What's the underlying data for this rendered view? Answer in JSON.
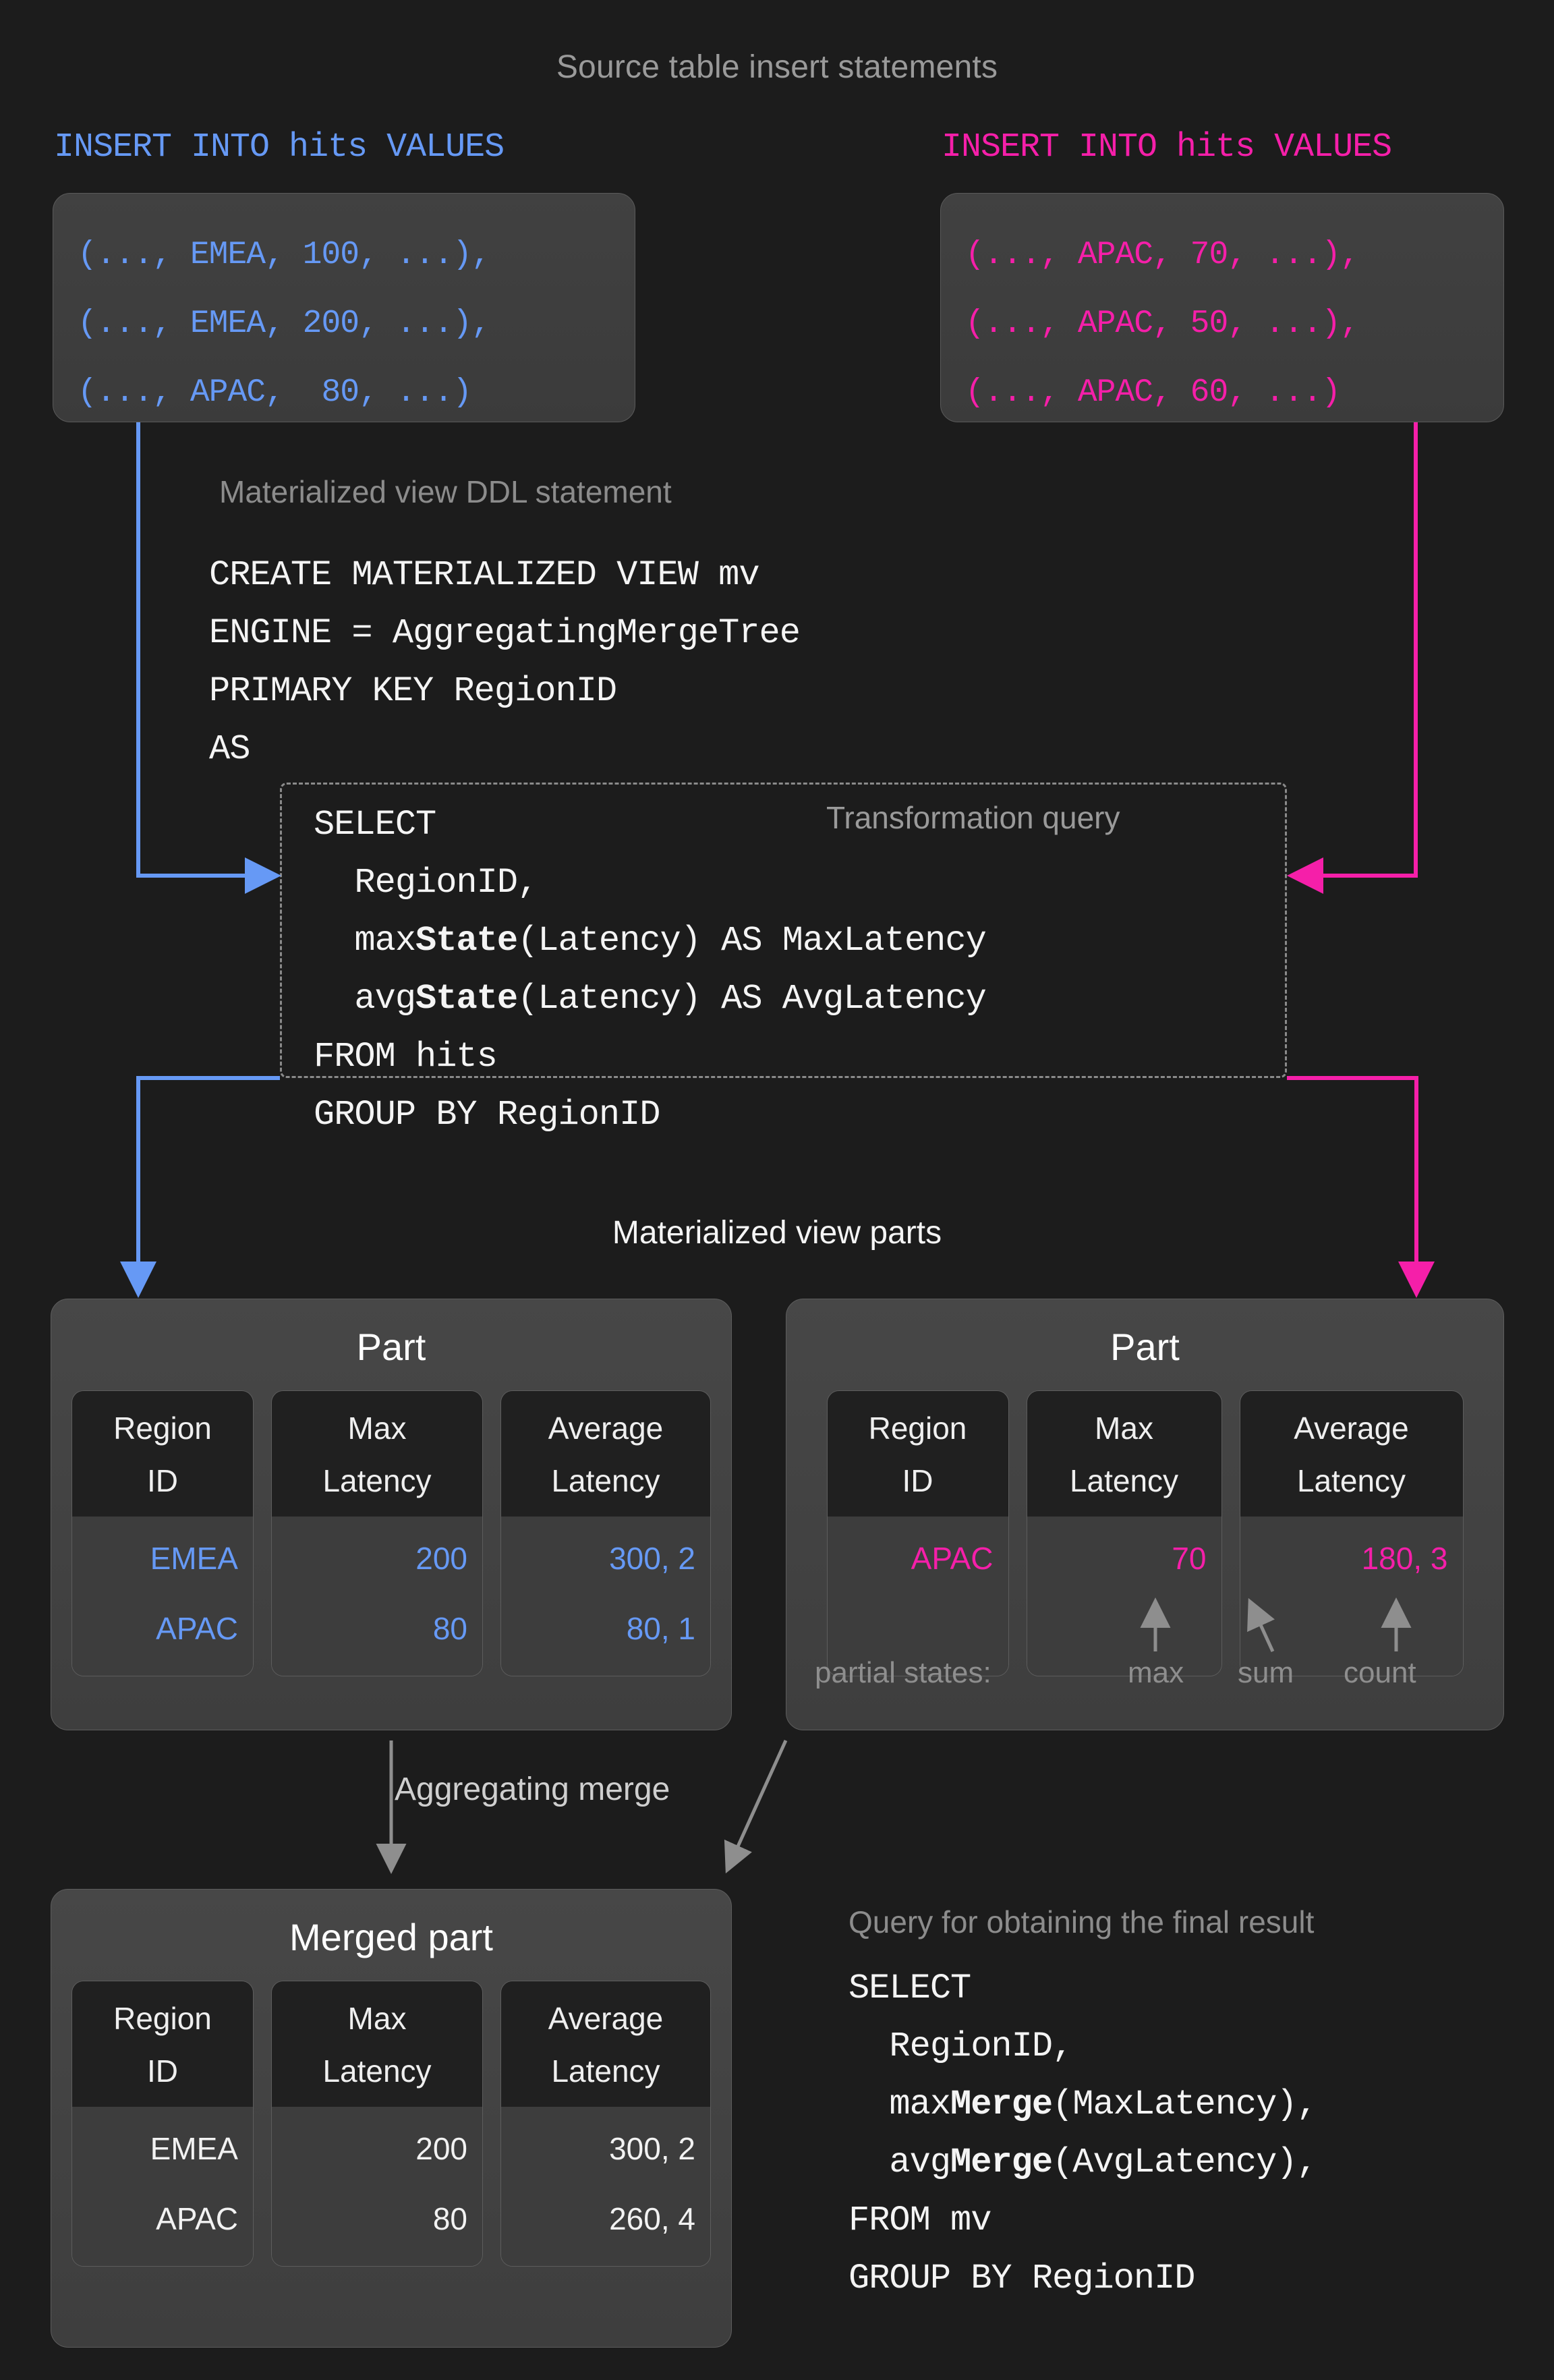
{
  "captions": {
    "source_inserts": "Source table insert statements",
    "ddl": "Materialized view DDL statement",
    "transformation": "Transformation query",
    "mv_parts": "Materialized view parts",
    "aggregating_merge": "Aggregating merge",
    "final_query": "Query for obtaining the final result"
  },
  "colors": {
    "background": "#1c1c1c",
    "blue": "#6699f5",
    "pink": "#f51fa9",
    "gray": "#8e8e8e",
    "white": "#f4f4f4",
    "panel": "#414141"
  },
  "inserts": {
    "left": {
      "header": "INSERT INTO hits VALUES",
      "color": "#6699f5",
      "rows": [
        "(..., EMEA, 100, ...),",
        "(..., EMEA, 200, ...),",
        "(..., APAC,  80, ...)"
      ]
    },
    "right": {
      "header": "INSERT INTO hits VALUES",
      "color": "#f51fa9",
      "rows": [
        "(..., APAC, 70, ...),",
        "(..., APAC, 50, ...),",
        "(..., APAC, 60, ...)"
      ]
    }
  },
  "ddl": {
    "code": "CREATE MATERIALIZED VIEW mv\nENGINE = AggregatingMergeTree\nPRIMARY KEY RegionID\nAS"
  },
  "transformation_query": {
    "line1": "SELECT",
    "line2": "  RegionID,",
    "line3_pre": "  max",
    "line3_bold": "State",
    "line3_post": "(Latency) AS MaxLatency",
    "line4_pre": "  avg",
    "line4_bold": "State",
    "line4_post": "(Latency) AS AvgLatency",
    "line5": "FROM hits",
    "line6": "GROUP BY RegionID"
  },
  "parts": [
    {
      "title": "Part",
      "accent": "#6699f5",
      "columns": [
        {
          "header": "Region\nID",
          "values": [
            "EMEA",
            "APAC"
          ]
        },
        {
          "header": "Max\nLatency",
          "values": [
            "200",
            "80"
          ]
        },
        {
          "header": "Average\nLatency",
          "values": [
            "300, 2",
            "80, 1"
          ]
        }
      ]
    },
    {
      "title": "Part",
      "accent": "#f51fa9",
      "columns": [
        {
          "header": "Region\nID",
          "values": [
            "APAC",
            ""
          ]
        },
        {
          "header": "Max\nLatency",
          "values": [
            "70",
            ""
          ]
        },
        {
          "header": "Average\nLatency",
          "values": [
            "180, 3",
            ""
          ]
        }
      ]
    }
  ],
  "partial_states": {
    "label": "partial states:",
    "annotations": [
      "max",
      "sum",
      "count"
    ]
  },
  "merged_part": {
    "title": "Merged part",
    "accent": "#f4f4f4",
    "columns": [
      {
        "header": "Region\nID",
        "values": [
          "EMEA",
          "APAC"
        ]
      },
      {
        "header": "Max\nLatency",
        "values": [
          "200",
          "80"
        ]
      },
      {
        "header": "Average\nLatency",
        "values": [
          "300, 2",
          "260, 4"
        ]
      }
    ]
  },
  "final_query": {
    "line1": "SELECT",
    "line2": "  RegionID,",
    "line3_pre": "  max",
    "line3_bold": "Merge",
    "line3_post": "(MaxLatency),",
    "line4_pre": "  avg",
    "line4_bold": "Merge",
    "line4_post": "(AvgLatency),",
    "line5": "FROM mv",
    "line6": "GROUP BY RegionID"
  }
}
